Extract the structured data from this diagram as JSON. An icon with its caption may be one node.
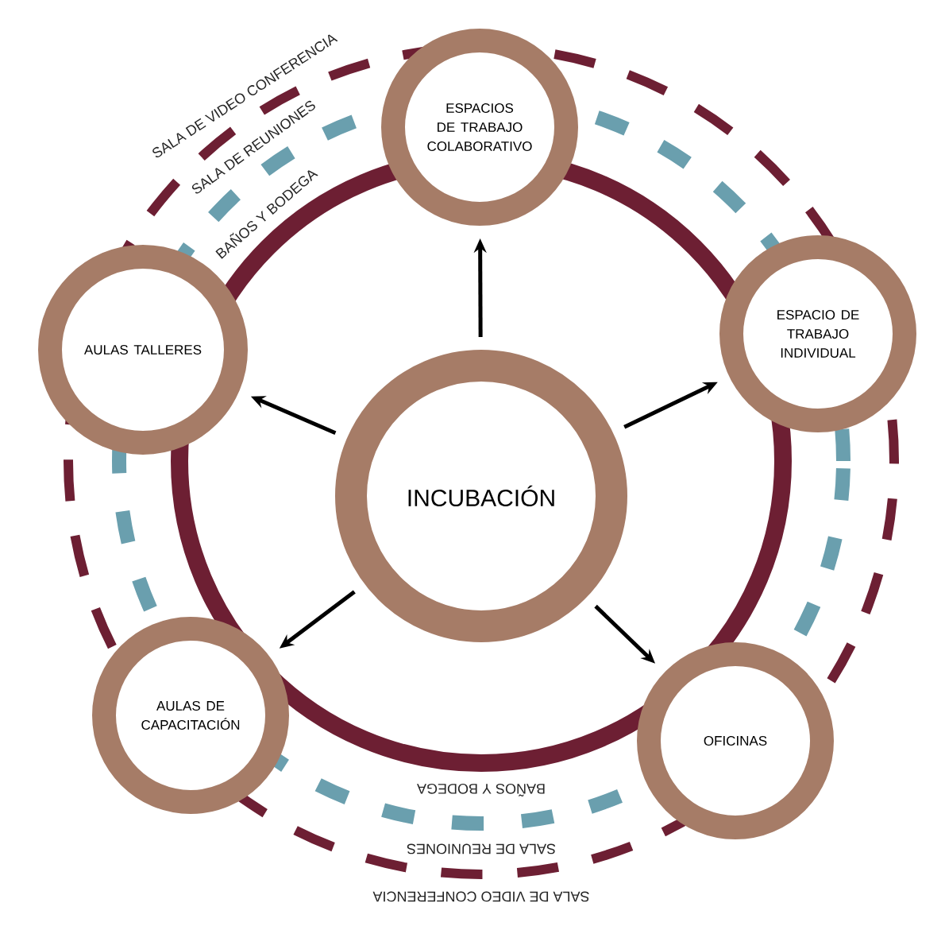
{
  "diagram": {
    "nodes": [
      {
        "text": [
          "INCUBACIÓN"
        ]
      },
      {
        "text": [
          "ESPACIOS DE TRABAJO COLABORATIVO"
        ]
      },
      {
        "text": [
          "AULAS TALLERES"
        ]
      },
      {
        "text": [
          "ESPACIO DE TRABAJO INDIVIDUAL"
        ]
      },
      {
        "text": [
          "AULAS DE CAPACITACIÓN"
        ]
      },
      {
        "text": [
          "OFICINAS"
        ]
      }
    ],
    "edges": [
      {
        "from": 0,
        "to": 1,
        "arrow": "to"
      },
      {
        "from": 0,
        "to": 2,
        "arrow": "to"
      },
      {
        "from": 0,
        "to": 3,
        "arrow": "to"
      },
      {
        "from": 0,
        "to": 4,
        "arrow": "to"
      },
      {
        "from": 0,
        "to": 5,
        "arrow": "to"
      }
    ],
    "labels": [
      "SALA DE VIDEO CONFERENCIA",
      "SALA DE REUNIONES",
      "BAÑOS Y BODEGA",
      "BAÑOS Y BODEGA",
      "SALA DE REUNIONES",
      "SALA DE VIDEO CONFERENCIA"
    ]
  }
}
